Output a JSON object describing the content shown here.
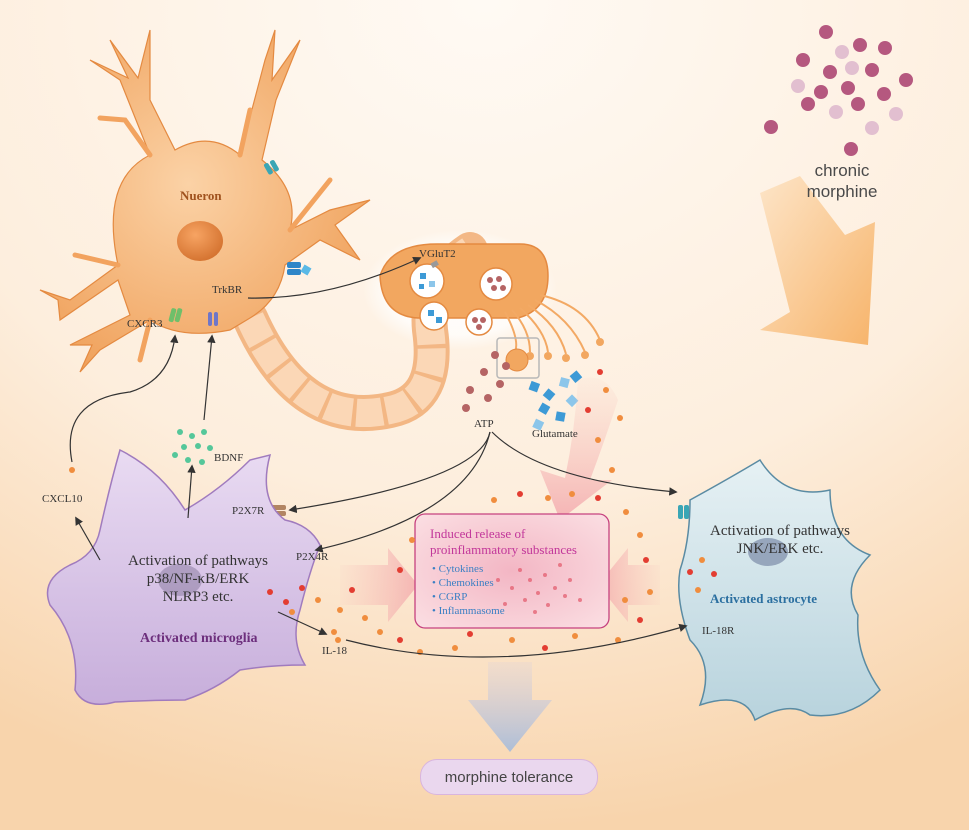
{
  "stimulus": {
    "line1": "chronic",
    "line2": "morphine"
  },
  "neuron": {
    "title": "Nueron"
  },
  "receptors": {
    "trkbr": "TrkBR",
    "cxcr3": "CXCR3",
    "p2x7r": "P2X7R",
    "p2x4r": "P2X4R",
    "il18r": "IL-18R"
  },
  "vesicle": {
    "vglut2": "VGluT2"
  },
  "signals": {
    "atp": "ATP",
    "glutamate": "Glutamate",
    "bdnf": "BDNF",
    "cxcl10": "CXCL10",
    "il18": "IL-18"
  },
  "release_box": {
    "title_line1": "Induced release of",
    "title_line2": "proinflammatory  substances",
    "items": [
      "Cytokines",
      "Chemokines",
      "CGRP",
      "Inflammasome"
    ]
  },
  "microglia": {
    "pathway_line1": "Activation of pathways",
    "pathway_line2": "p38/NF-κB/ERK",
    "pathway_line3": "NLRP3 etc.",
    "title": "Activated microglia"
  },
  "astrocyte": {
    "pathway_line1": "Activation of pathways",
    "pathway_line2": "JNK/ERK etc.",
    "title": "Activated astrocyte"
  },
  "result": {
    "label": "morphine tolerance"
  },
  "colors": {
    "background": "#fbe3c9",
    "neuron": "#f2a55e",
    "axon": "#f7c79c",
    "microglia": "#d9c4e6",
    "astrocyte": "#cfe3ea",
    "release_box": "#f6c7d0",
    "big_arrow": "#f7b76a",
    "morphine_dots": "#b5587f",
    "glutamate": "#3d9ad6",
    "bdnf": "#55c79a"
  }
}
